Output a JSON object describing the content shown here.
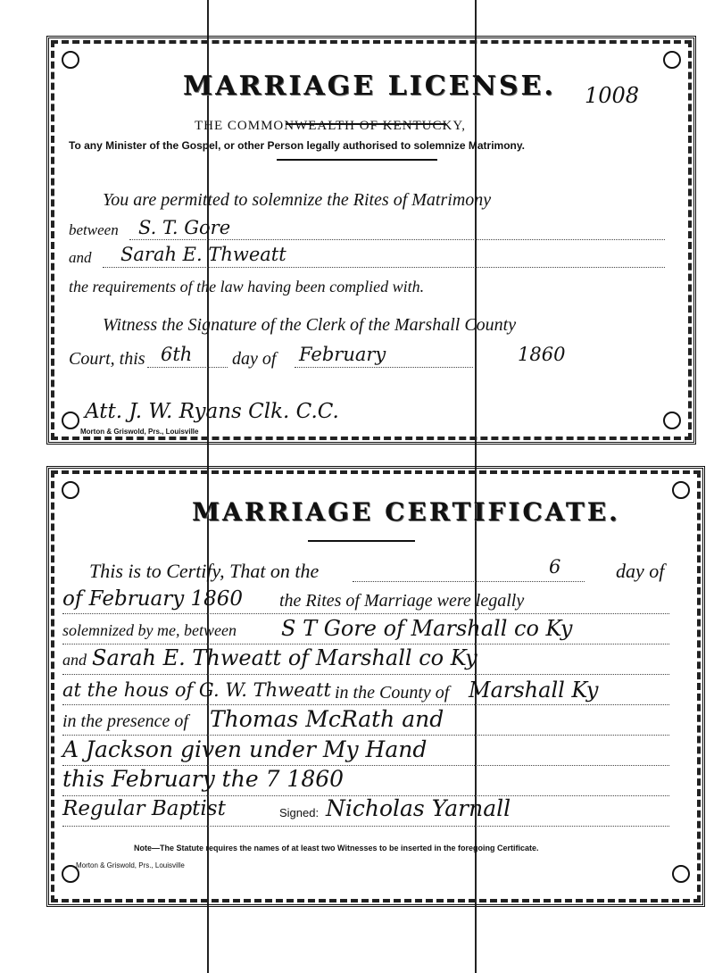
{
  "license": {
    "title": "MARRIAGE LICENSE.",
    "number": "1008",
    "commonwealth": "THE COMMONWEALTH OF KENTUCKY,",
    "address": "To any Minister of the Gospel, or other Person legally authorised to solemnize Matrimony.",
    "permitted": "You are permitted to solemnize the Rites of Matrimony",
    "between_label": "between",
    "groom": "S. T. Gore",
    "and_label": "and",
    "bride": "Sarah E. Thweatt",
    "requirements": "the requirements of the law having been complied with.",
    "witness": "Witness the Signature of the Clerk of the Marshall County",
    "court_label": "Court, this",
    "day": "6th",
    "day_of_label": "day of",
    "month": "February",
    "year": "1860",
    "clerk_signature": "Att. J. W. Ryans Clk. C.C.",
    "printer": "Morton & Griswold, Prs., Louisville"
  },
  "certificate": {
    "title": "MARRIAGE CERTIFICATE.",
    "line1_printed": "This is to Certify, That on the",
    "day": "6",
    "day_of_label": "day of",
    "month_year": "of February 1860",
    "line2_printed": "the Rites of Marriage were legally",
    "line3_printed": "solemnized by me, between",
    "groom": "S T Gore of Marshall co Ky",
    "and_label": "and",
    "bride": "Sarah E. Thweatt of Marshall co Ky",
    "at_house": "at the hous of G. W. Thweatt",
    "county_label": "in the County of",
    "county": "Marshall Ky",
    "presence_label": "in the presence of",
    "witness1": "Thomas McRath and",
    "witness2": "A Jackson given under My Hand",
    "dated": "this February the 7 1860",
    "denomination": "Regular Baptist",
    "signed_label": "Signed:",
    "minister": "Nicholas Yarnall",
    "note": "Note—The Statute requires the names of at least two Witnesses to be inserted in the foregoing Certificate.",
    "printer": "Morton & Griswold, Prs., Louisville"
  }
}
